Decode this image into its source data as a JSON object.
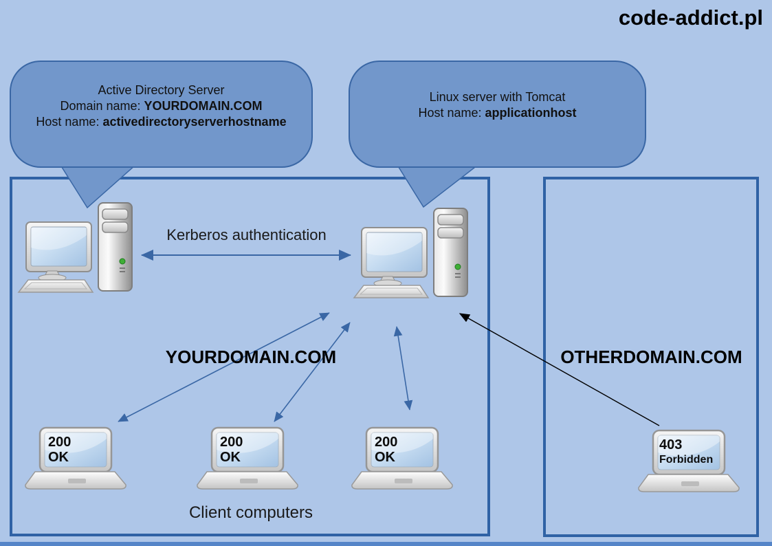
{
  "header": {
    "title": "code-addict.pl"
  },
  "callouts": [
    {
      "title": "Active Directory Server",
      "fields": [
        {
          "label": "Domain name: ",
          "value": "YOURDOMAIN.COM"
        },
        {
          "label": "Host name: ",
          "value": "activedirectoryserverhostname"
        }
      ]
    },
    {
      "title": "Linux server with Tomcat",
      "fields": [
        {
          "label": "Host name: ",
          "value": "applicationhost"
        }
      ]
    }
  ],
  "domains": {
    "left": {
      "label": "YOURDOMAIN.COM",
      "clients_label": "Client computers"
    },
    "right": {
      "label": "OTHERDOMAIN.COM"
    }
  },
  "connections": {
    "kerberos_label": "Kerberos authentication"
  },
  "laptops": [
    {
      "status_code": "200",
      "status_text": "OK"
    },
    {
      "status_code": "200",
      "status_text": "OK"
    },
    {
      "status_code": "200",
      "status_text": "OK"
    },
    {
      "status_code": "403",
      "status_text": "Forbidden"
    }
  ],
  "colors": {
    "background": "#aec6e8",
    "bubble_fill": "#7297cb",
    "bubble_border": "#3a67a5",
    "box_border": "#2f62a5",
    "arrow_blue": "#3a67a5",
    "arrow_black": "#000000",
    "led_green": "#3fae36"
  }
}
